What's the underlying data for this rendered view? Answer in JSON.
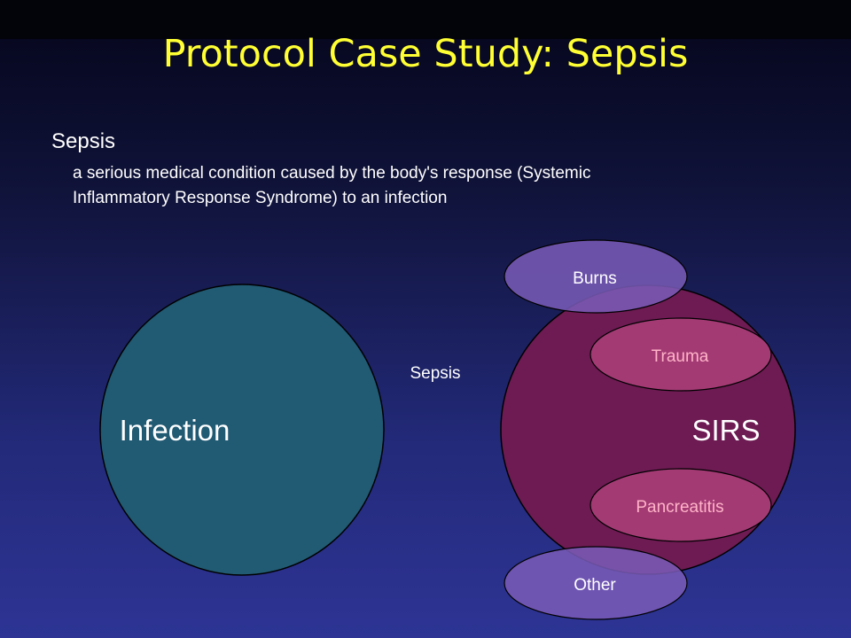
{
  "title": "Protocol Case Study: Sepsis",
  "definition": {
    "term": "Sepsis",
    "line1": "a serious medical condition caused by the body's response (Systemic",
    "line2": "Inflammatory Response Syndrome) to an infection"
  },
  "diagram": {
    "infection_label": "Infection",
    "sepsis_label": "Sepsis",
    "sirs_label": "SIRS",
    "causes": {
      "burns": "Burns",
      "trauma": "Trauma",
      "pancreatitis": "Pancreatitis",
      "other": "Other"
    }
  },
  "colors": {
    "title": "#ffff33",
    "infection_fill": "#215a73",
    "sirs_fill": "#6d1b52",
    "cause_fill": "#7a5cb8",
    "inner_cause_fill": "#a33a74",
    "inner_cause_text": "#ffb3c8"
  }
}
